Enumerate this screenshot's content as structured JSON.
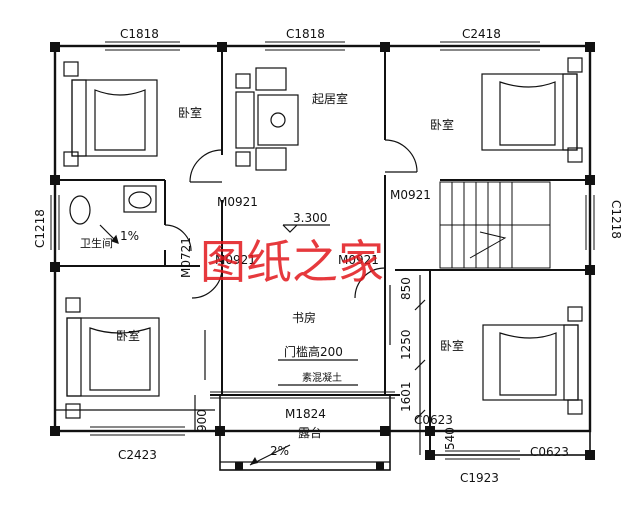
{
  "watermark": "图纸之家",
  "rooms": {
    "bedroom_nw": "卧室",
    "living": "起居室",
    "bedroom_ne": "卧室",
    "bathroom": "卫生间",
    "study": "书房",
    "bedroom_sw": "卧室",
    "bedroom_se": "卧室",
    "terrace": "露台"
  },
  "windows": {
    "top_left": "C1818",
    "top_mid": "C1818",
    "top_right": "C2418",
    "left": "C1218",
    "right": "C1218",
    "bottom_left": "C2423",
    "bottom_right_a": "C0623",
    "bottom_right_b": "C0623",
    "bottom_right_c": "C1923"
  },
  "doors": {
    "d1": "M0921",
    "d2": "M0921",
    "d3": "M0721",
    "d4": "M0921",
    "d5": "M0921",
    "d6": "M1824"
  },
  "annotations": {
    "elevation": "3.300",
    "slope_bath": "1%",
    "slope_terrace": "2%",
    "sill_note": "门槛高200",
    "concrete_note": "素混凝土"
  },
  "dimensions": {
    "d850": "850",
    "d1250": "1250",
    "d1601": "1601",
    "d900": "900",
    "d540": "540"
  }
}
